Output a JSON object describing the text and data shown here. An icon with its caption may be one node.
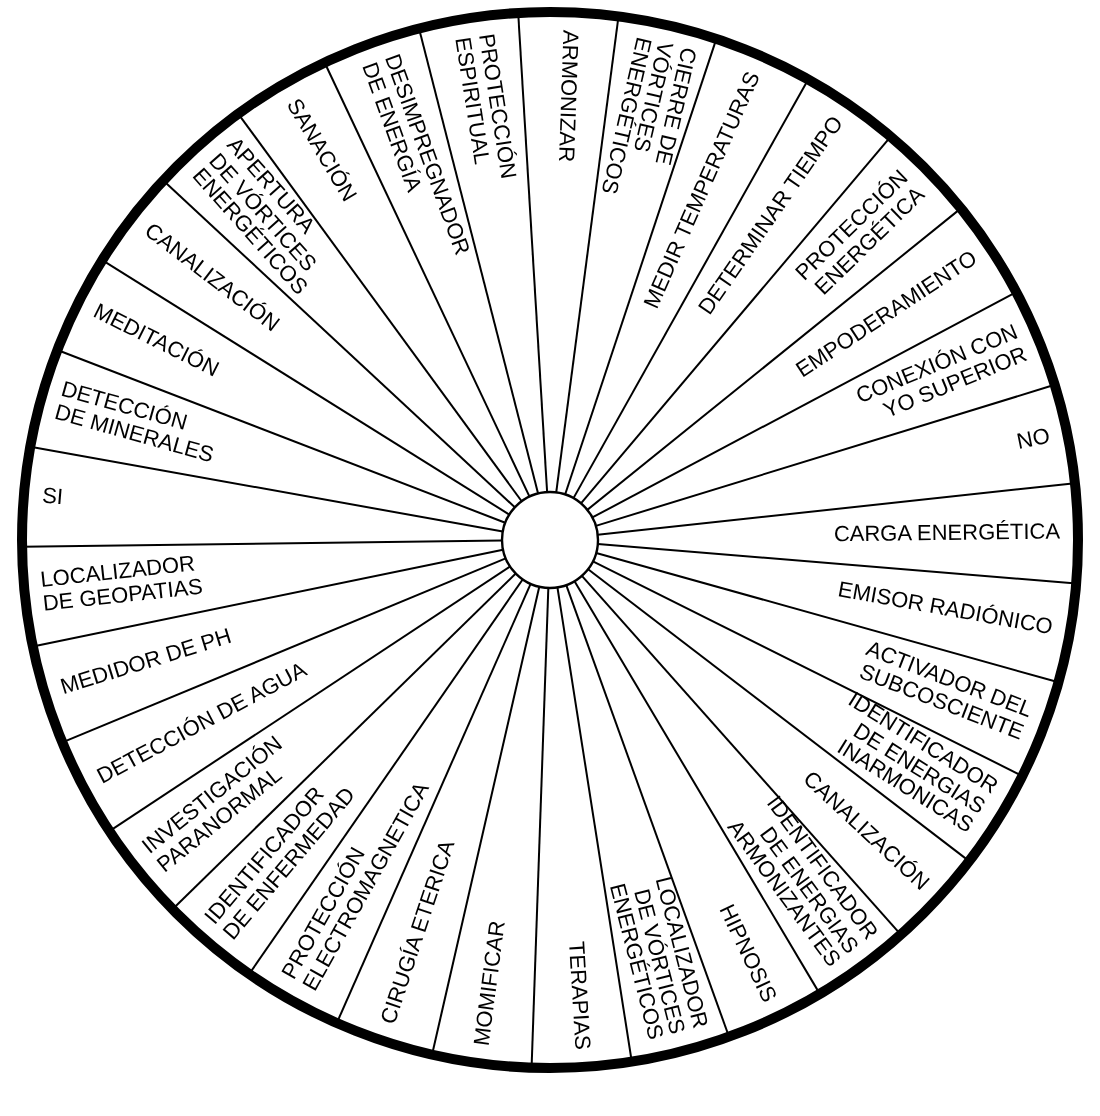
{
  "diagram": {
    "nodes": [
      {
        "text": [
          "ARMONIZAR"
        ]
      },
      {
        "text": [
          "CIERRE DE VÓRTICES ENERGÉTICOS"
        ]
      },
      {
        "text": [
          "MEDIR TEMPERATURAS"
        ]
      },
      {
        "text": [
          "DETERMINAR TIEMPO"
        ]
      },
      {
        "text": [
          "PROTECCIÓN ENERGÉTICA"
        ]
      },
      {
        "text": [
          "EMPODERAMIENTO"
        ]
      },
      {
        "text": [
          "CONEXIÓN CON YO SUPERIOR"
        ]
      },
      {
        "text": [
          "NO"
        ]
      },
      {
        "text": [
          "CARGA ENERGÉTICA"
        ]
      },
      {
        "text": [
          "EMISOR RADIÓNICO"
        ]
      },
      {
        "text": [
          "ACTIVADOR DEL SUBCOSCIENTE"
        ]
      },
      {
        "text": [
          "IDENTIFICADOR DE ENERGIAS INARMONICAS"
        ]
      },
      {
        "text": [
          "CANALIZACIÓN"
        ]
      },
      {
        "text": [
          "IDENTIFICADOR DE ENERGIAS ARMONIZANTES"
        ]
      },
      {
        "text": [
          "HIPNOSIS"
        ]
      },
      {
        "text": [
          "LOCALIZADOR DE VÓRTICES ENERGÉTICOS"
        ]
      },
      {
        "text": [
          "TERAPIAS"
        ]
      },
      {
        "text": [
          "MOMIFICAR"
        ]
      },
      {
        "text": [
          "CIRUGÍA ETERICA"
        ]
      },
      {
        "text": [
          "PROTECCIÓN ELECTROMAGNETICA"
        ]
      },
      {
        "text": [
          "IDENTIFICADOR DE ENFERMEDAD"
        ]
      },
      {
        "text": [
          "INVESTIGACIÓN PARANORMAL"
        ]
      },
      {
        "text": [
          "DETECCIÓN DE AGUA"
        ]
      },
      {
        "text": [
          "MEDIDOR DE PH"
        ]
      },
      {
        "text": [
          "LOCALIZADOR DE GEOPATIAS"
        ]
      },
      {
        "text": [
          "SI"
        ]
      },
      {
        "text": [
          "DETECCIÓN DE MINERALES"
        ]
      },
      {
        "text": [
          "MEDITACIÓN"
        ]
      },
      {
        "text": [
          "CANALIZACIÓN"
        ]
      },
      {
        "text": [
          "APERTURA DE VÓRTICES ENERGÉTICOS"
        ]
      },
      {
        "text": [
          "SANACIÓN"
        ]
      },
      {
        "text": [
          "DESIMPREGNADOR DE ENERGÍA"
        ]
      },
      {
        "text": [
          "PROTECCIÓN ESPIRITUAL"
        ]
      }
    ]
  }
}
